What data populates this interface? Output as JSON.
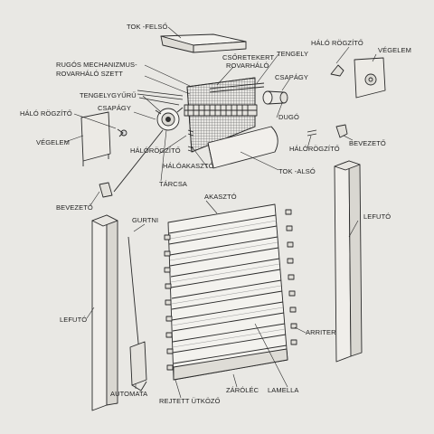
{
  "labels": {
    "tok_felso": "TOK -FELSŐ",
    "rugos_1": "RUGÓS MECHANIZMUS-",
    "rugos_2": "ROVARHÁLÓ SZETT",
    "csoretekert_1": "CSŐRETEKERT",
    "csoretekert_2": "ROVARHÁLÓ",
    "tengely": "TENGELY",
    "halo_rogzito_tr": "HÁLÓ RÖGZÍTŐ",
    "vegelem_tr": "VÉGELEM",
    "csapagy_r": "CSAPÁGY",
    "tengelygyuru": "TENGELYGYŰRŰ",
    "halo_rogzito_l": "HÁLÓ RÖGZÍTŐ",
    "csapagy_l": "CSAPÁGY",
    "dugo": "DUGÓ",
    "vegelem_l": "VÉGELEM",
    "halorogzito_c": "HÁLÓRÖGZÍTŐ",
    "halorogzito_r": "HÁLÓRÖGZÍTŐ",
    "bevezeto_r": "BEVEZETŐ",
    "haloakaszto": "HÁLÓAKASZTÓ",
    "tok_also": "TOK -ALSÓ",
    "tarcsa": "TÁRCSA",
    "bevezeto_l": "BEVEZETŐ",
    "akaszto": "AKASZTÓ",
    "gurtni": "GURTNI",
    "lefuto_r": "LEFUTÓ",
    "lefuto_l": "LEFUTÓ",
    "arriter": "ARRITER",
    "automata": "AUTOMATA",
    "zarolec": "ZÁRÓLÉC",
    "lamella": "LAMELLA",
    "rejtett_utkozo": "REJTETT ÜTKÖZŐ"
  }
}
